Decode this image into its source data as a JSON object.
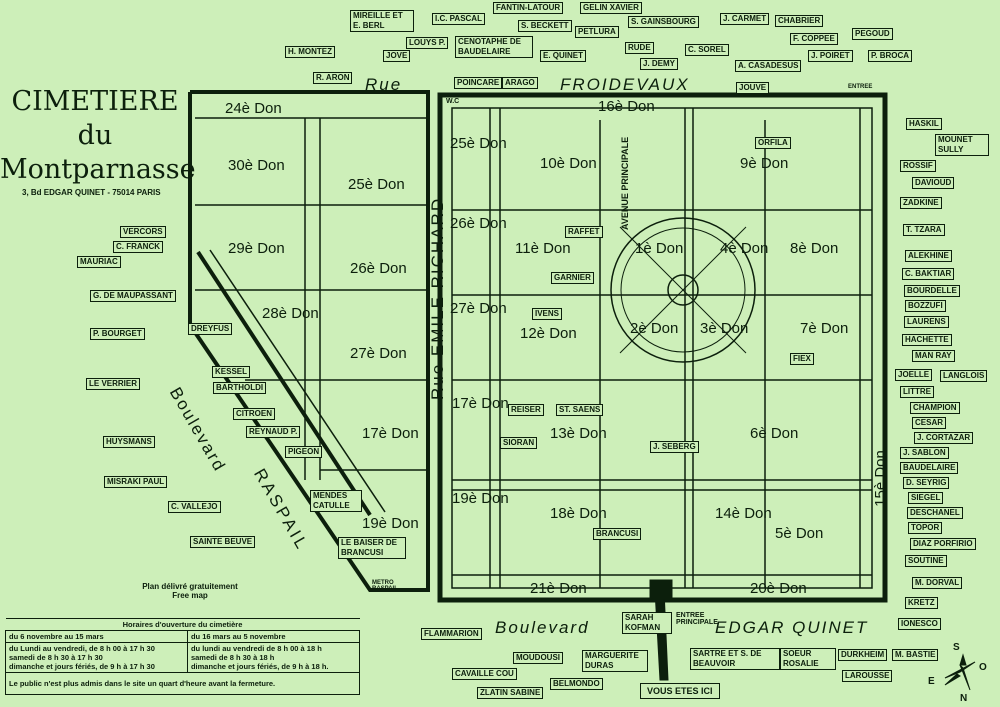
{
  "title": {
    "line1": "CIMETIERE",
    "line2": "du",
    "line3": "Montparnasse",
    "address": "3, Bd EDGAR QUINET - 75014 PARIS"
  },
  "streets": {
    "froidevaux_rue": "Rue",
    "froidevaux": "FROIDEVAUX",
    "emile_richard": "Rue EMILE RICHARD",
    "raspail_boulevard": "Boulevard",
    "raspail": "RASPAIL",
    "edgar_quinet_boulevard": "Boulevard",
    "edgar_quinet": "EDGAR QUINET",
    "avenue_principale": "AVENUE PRINCIPALE"
  },
  "divisions": [
    "24è Don",
    "30è Don",
    "25è Don",
    "29è Don",
    "26è Don",
    "28è Don",
    "27è Don",
    "17è Don",
    "19è Don",
    "16è Don",
    "25è Don",
    "10è Don",
    "9è Don",
    "26è Don",
    "11è Don",
    "1è Don",
    "4è Don",
    "8è Don",
    "27è Don",
    "12è Don",
    "2è Don",
    "3è Don",
    "7è Don",
    "17è Don",
    "13è Don",
    "6è Don",
    "19è Don",
    "18è Don",
    "14è Don",
    "5è Don",
    "21è Don",
    "20è Don",
    "15è Don"
  ],
  "graves": [
    "H. Montez",
    "Mireille et E. Berl",
    "Jove",
    "Louys P.",
    "I.C. Pascal",
    "Cenotaphe de Baudelaire",
    "Fantin-Latour",
    "Gelin Xavier",
    "S. Beckett",
    "Petlura",
    "E. Quinet",
    "Rude",
    "S. Gainsbourg",
    "J. Demy",
    "C. Sorel",
    "J. Carmet",
    "Chabrier",
    "F. Coppee",
    "A. Casadesus",
    "J. Poiret",
    "Pegoud",
    "P. Broca",
    "R. Aron",
    "Poincare",
    "Arago",
    "Jouve",
    "Haskil",
    "Mounet Sully",
    "Rossif",
    "Davioud",
    "Zadkine",
    "T. Tzara",
    "Alekhine",
    "C. Baktiar",
    "Bourdelle",
    "Bozzufi",
    "Laurens",
    "Hachette",
    "Man Ray",
    "Joelle",
    "Langlois",
    "Littre",
    "Champion",
    "Cesar",
    "J. Cortazar",
    "J. Sablon",
    "Baudelaire",
    "D. Seyrig",
    "Siegel",
    "Deschanel",
    "Topor",
    "Diaz Porfirio",
    "Soutine",
    "M. Dorval",
    "Kretz",
    "Ionesco",
    "M. Bastie",
    "Durkheim",
    "Larousse",
    "Soeur Rosalie",
    "Sartre et S. de Beauvoir",
    "Sarah Kofman",
    "Marguerite Duras",
    "Belmondo",
    "Moudousi",
    "Cavaille Cou",
    "Zlatin Sabine",
    "Flammarion",
    "Vercors",
    "C. Franck",
    "Mauriac",
    "G. de Maupassant",
    "P. Bourget",
    "Le Verrier",
    "Huysmans",
    "Misraki Paul",
    "C. Vallejo",
    "Sainte Beuve",
    "Dreyfus",
    "Kessel",
    "Bartholdi",
    "Citroen",
    "Reynaud P.",
    "Pigeon",
    "Mendes Catulle",
    "le Baiser de Brancusi",
    "Raffet",
    "Garnier",
    "Ivens",
    "Reiser",
    "St. Saens",
    "Sioran",
    "J. Seberg",
    "Orfila",
    "Brancusi",
    "Fiex"
  ],
  "markers": {
    "you_are_here": "VOUS ETES ICI",
    "main_entrance": "ENTREE PRINCIPALE",
    "metro": "METRO RASPAIL",
    "wc": "W.C",
    "entree": "ENTREE"
  },
  "free_map": {
    "fr": "Plan délivré gratuitement",
    "en": "Free map"
  },
  "hours": {
    "title": "Horaires d'ouverture du cimetière",
    "winter_period": "du 6 novembre au 15 mars",
    "winter_weekdays": "du Lundi au vendredi, de 8 h 00 à 17 h 30",
    "winter_saturday": "samedi de 8 h 30 à 17 h 30",
    "winter_sunday": "dimanche et jours fériés, de 9 h à 17 h 30",
    "summer_period": "du 16 mars au 5 novembre",
    "summer_weekdays": "du lundi au vendredi de 8 h 00 à 18 h",
    "summer_saturday": "samedi de 8 h 30 à 18 h",
    "summer_sunday": "dimanche et jours fériés, de 9 h à 18 h.",
    "note": "Le public n'est plus admis dans le site un quart d'heure avant la fermeture."
  },
  "compass": {
    "n": "N",
    "s": "S",
    "e": "E",
    "o": "O"
  },
  "colors": {
    "background": "#cdefb9",
    "ink": "#0c1f0c"
  }
}
